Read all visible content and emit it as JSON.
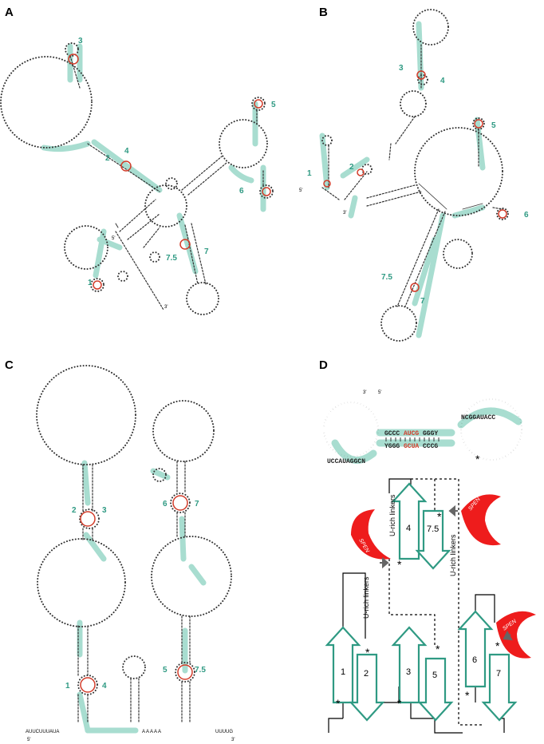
{
  "panels": {
    "a": "A",
    "b": "B",
    "c": "C",
    "d": "D"
  },
  "stems_a": [
    "3",
    "4",
    "2",
    "5",
    "6",
    "7",
    "7.5",
    "1"
  ],
  "stems_b": [
    "3",
    "4",
    "5",
    "1",
    "2",
    "6",
    "7.5",
    "7"
  ],
  "stems_c": [
    "2",
    "3",
    "6",
    "7",
    "1",
    "4",
    "5",
    "7.5"
  ],
  "panel_c_ends": {
    "five_prime": "5'",
    "three_prime": "3'",
    "left_tail": "AUUCUUUAUA",
    "right_tail": "A A A A A",
    "end_tail": "UUUUG"
  },
  "panel_d": {
    "hairpin": {
      "three_prime": "3'",
      "five_prime": "5'",
      "top_left": "GCCC",
      "top_red": "AUCG",
      "top_right": "GGGY",
      "bottom_left": "YGGG",
      "bottom_red": "GCUA",
      "bottom_right": "CCCG",
      "right_loop": "NCGGAUACC",
      "left_loop": "UCCAUAGGCN"
    },
    "boxes": [
      "1",
      "2",
      "3",
      "4",
      "5",
      "6",
      "7",
      "7.5"
    ],
    "linker_label": "U-rich linkers",
    "spen_label": "SPEN",
    "star": "*"
  },
  "colors": {
    "highlight": "#a8ddd0",
    "stem_green": "#2f9a83",
    "bulge_red": "#d23c2a",
    "spen_red": "#ee1c1c",
    "arrow_gray": "#666666"
  }
}
